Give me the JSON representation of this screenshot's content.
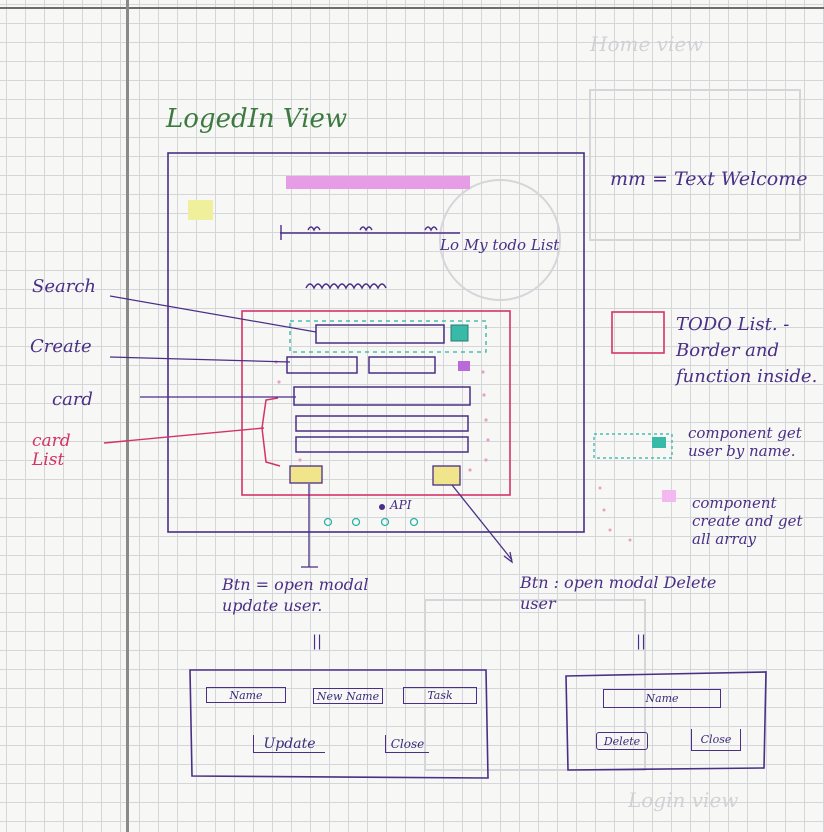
{
  "title": "LogedIn View",
  "faint": {
    "home_view": "Home view",
    "login_view": "Login view"
  },
  "mockup": {
    "mytodo_note": "Lo My todo List"
  },
  "left_labels": {
    "search": "Search",
    "create": "Create",
    "card": "card",
    "card_list": "card List"
  },
  "api_label": "API",
  "right_notes": {
    "text_welcome": "mm = Text Welcome",
    "todo_list": "TODO List. - Border and function inside.",
    "component_get": "component get user by name.",
    "component_create": "component create and get all array"
  },
  "update_note": {
    "btn": "Btn = open modal update user.",
    "arrow": "||"
  },
  "delete_note": {
    "btn": "Btn : open modal Delete user",
    "arrow": "||"
  },
  "update_modal": {
    "field_name": "Name",
    "field_new_name": "New Name",
    "field_task": "Task",
    "update_button": "Update",
    "close_button": "Close"
  },
  "delete_modal": {
    "field_name": "Name",
    "delete_button": "Delete",
    "close_button": "Close"
  },
  "colors": {
    "purple": "#4a2f86",
    "pink": "#d4326a",
    "green": "#3c7a40",
    "yellow": "#f0e58a",
    "teal": "#2bb3a3",
    "magenta": "#e77be6"
  }
}
